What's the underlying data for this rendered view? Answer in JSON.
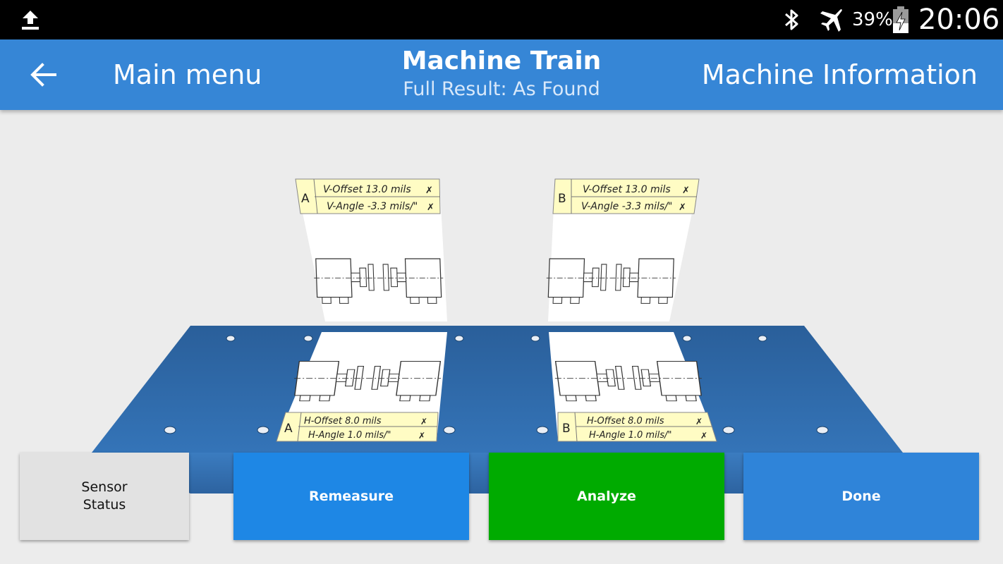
{
  "status_bar": {
    "battery_percent": "39%",
    "time": "20:06",
    "icons": [
      "upload-icon",
      "bluetooth-icon",
      "airplane-mode-icon",
      "battery-charging-icon"
    ]
  },
  "app_bar": {
    "back_icon": "arrow-left-icon",
    "main_menu": "Main menu",
    "title": "Machine Train",
    "subtitle": "Full Result: As Found",
    "machine_info": "Machine Information"
  },
  "vertical_results": [
    {
      "label": "A",
      "offset": "V-Offset 13.0 mils",
      "angle": "V-Angle -3.3 mils/\"",
      "offset_status": "✗",
      "angle_status": "✗"
    },
    {
      "label": "B",
      "offset": "V-Offset 13.0 mils",
      "angle": "V-Angle -3.3 mils/\"",
      "offset_status": "✗",
      "angle_status": "✗"
    }
  ],
  "horizontal_results": [
    {
      "label": "A",
      "offset": "H-Offset 8.0 mils",
      "angle": "H-Angle 1.0 mils/\"",
      "offset_status": "✗",
      "angle_status": "✗"
    },
    {
      "label": "B",
      "offset": "H-Offset 8.0 mils",
      "angle": "H-Angle 1.0 mils/\"",
      "offset_status": "✗",
      "angle_status": "✗"
    }
  ],
  "buttons": {
    "sensor_line1": "Sensor",
    "sensor_line2": "Status",
    "remeasure": "Remeasure",
    "analyze": "Analyze",
    "done": "Done"
  },
  "colors": {
    "app_bar": "#3686d6",
    "base_plate": "#2f6aa8",
    "result_table": "#fffcc4",
    "fail_mark": "#e01515",
    "analyze": "#00ab00",
    "remeasure": "#1e87e5",
    "done": "#2f84d9"
  }
}
